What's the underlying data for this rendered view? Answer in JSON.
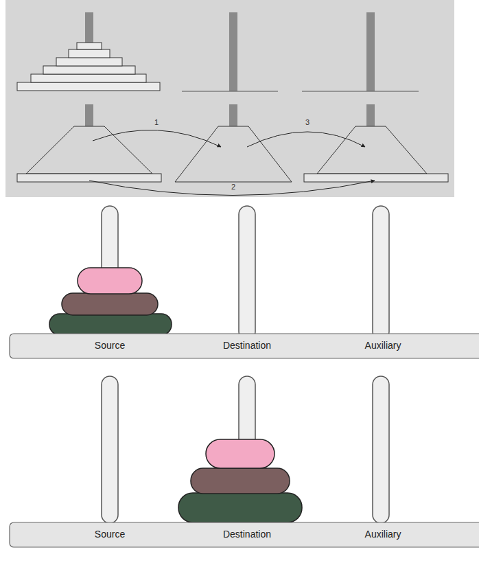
{
  "diagram": {
    "labels": [
      "1",
      "3",
      "2",
      "Source",
      "Destination",
      "Auxiliary",
      "Source",
      "Destination",
      "Auxiliary"
    ]
  }
}
